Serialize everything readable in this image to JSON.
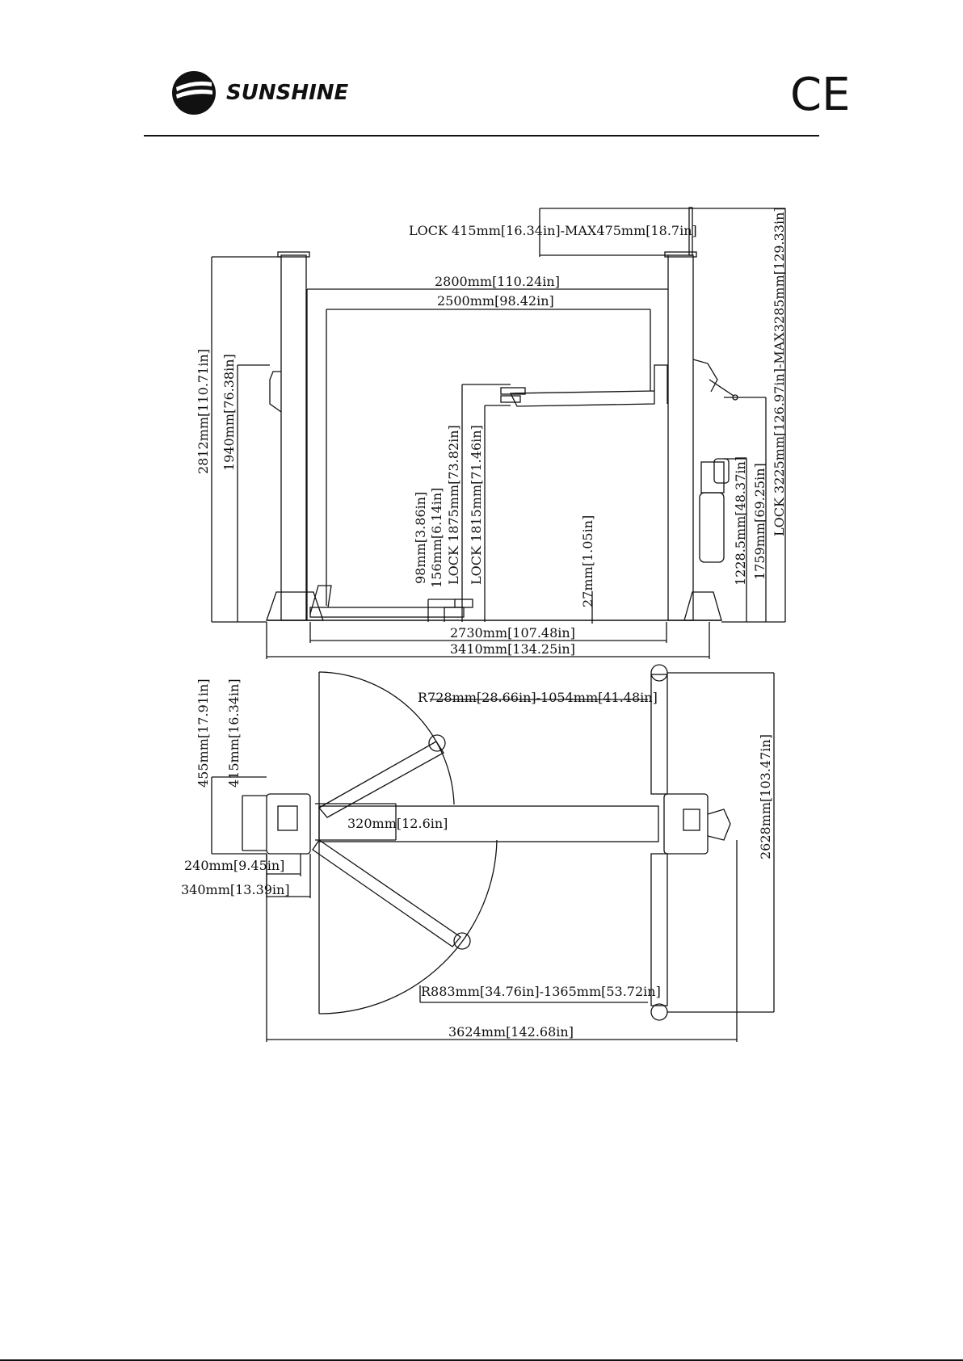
{
  "header": {
    "brand": "SUNSHINE",
    "certification_mark": "CE"
  },
  "front_view": {
    "lock_max_travel": "LOCK 415mm[16.34in]-MAX475mm[18.7in]",
    "width_2800": "2800mm[110.24in]",
    "width_2500": "2500mm[98.42in]",
    "height_2812": "2812mm[110.71in]",
    "height_1940": "1940mm[76.38in]",
    "min_98": "98mm[3.86in]",
    "min_156": "156mm[6.14in]",
    "lock_1875": "LOCK 1875mm[73.82in]",
    "lock_1815": "LOCK 1815mm[71.46in]",
    "base_27": "27mm[1.05in]",
    "motor_1228": "1228.5mm[48.37in]",
    "motor_1759": "1759mm[69.25in]",
    "lock_3225": "LOCK 3225mm[126.97in]-MAX3285mm[129.33in]",
    "width_2730": "2730mm[107.48in]",
    "width_3410": "3410mm[134.25in]"
  },
  "top_view": {
    "radius_short": "R728mm[28.66in]-1054mm[41.48in]",
    "radius_long": "R883mm[34.76in]-1365mm[53.72in]",
    "w_455": "455mm[17.91in]",
    "w_415": "415mm[16.34in]",
    "arm_320": "320mm[12.6in]",
    "w_240": "240mm[9.45in]",
    "w_340": "340mm[13.39in]",
    "depth_2628": "2628mm[103.47in]",
    "length_3624": "3624mm[142.68in]"
  },
  "colors": {
    "ink": "#111111",
    "background": "#ffffff"
  },
  "icons": {
    "logo": "sunshine-logo-icon"
  }
}
